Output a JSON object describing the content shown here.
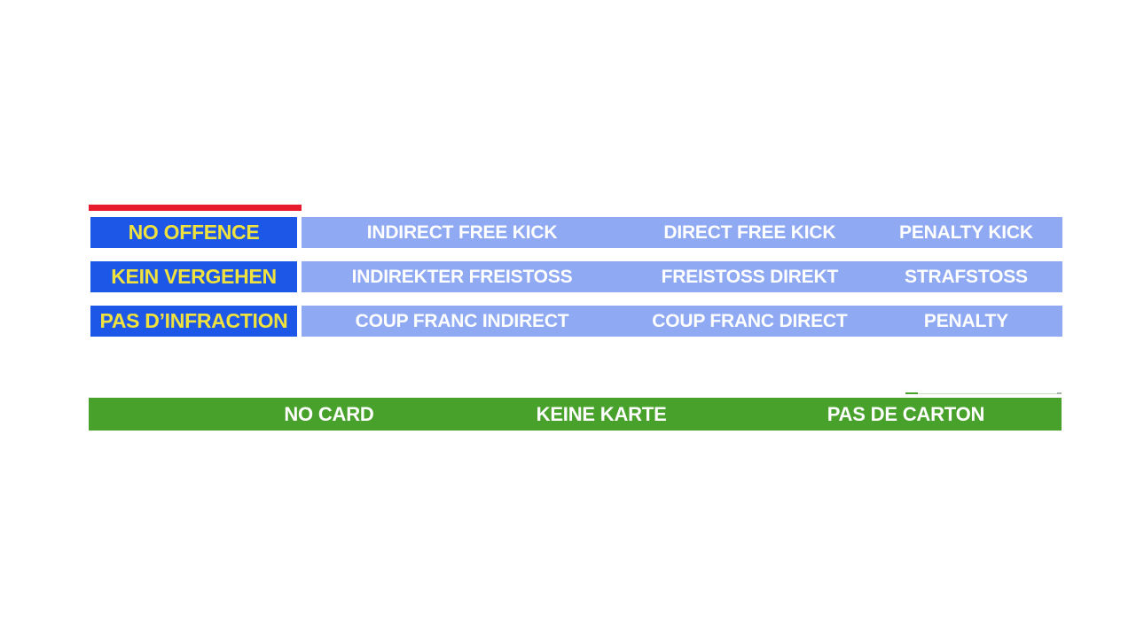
{
  "colors": {
    "page_background": "#ffffff",
    "red_bar": "#e81b2c",
    "dark_blue": "#1c57e8",
    "light_blue": "#8fa9f3",
    "yellow_text": "#f0e23e",
    "white_text": "#ffffff",
    "green": "#48a12b"
  },
  "table": {
    "rows": [
      {
        "left": {
          "label": "NO OFFENCE",
          "highlighted": true
        },
        "cells": [
          {
            "label": "INDIRECT FREE KICK"
          },
          {
            "label": "DIRECT FREE KICK"
          },
          {
            "label": "PENALTY KICK"
          }
        ]
      },
      {
        "left": {
          "label": "KEIN VERGEHEN",
          "highlighted": false
        },
        "cells": [
          {
            "label": "INDIREKTER FREISTOSS"
          },
          {
            "label": "FREISTOSS DIREKT"
          },
          {
            "label": "STRAFSTOSS"
          }
        ]
      },
      {
        "left": {
          "label": "PAS D’INFRACTION",
          "highlighted": false
        },
        "cells": [
          {
            "label": "COUP FRANC INDIRECT"
          },
          {
            "label": "COUP FRANC DIRECT"
          },
          {
            "label": "PENALTY"
          }
        ]
      }
    ]
  },
  "footer": {
    "cells": [
      {
        "label": "NO CARD"
      },
      {
        "label": "KEINE KARTE"
      },
      {
        "label": "PAS DE CARTON"
      }
    ]
  }
}
